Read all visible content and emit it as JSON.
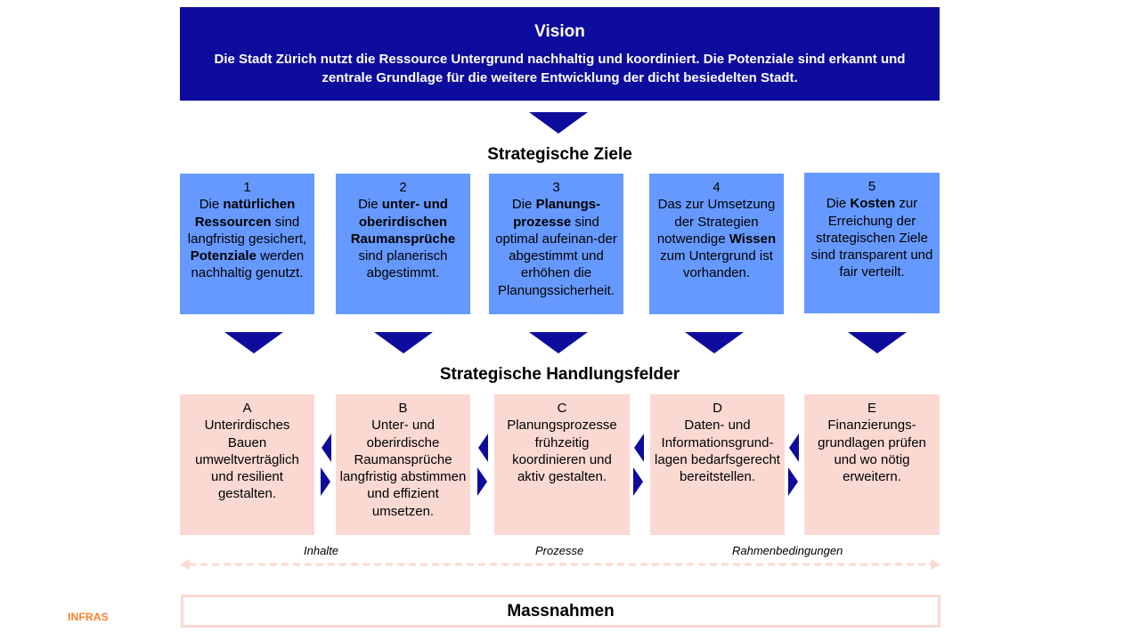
{
  "vision": {
    "title": "Vision",
    "text": "Die Stadt Zürich nutzt die Ressource Untergrund nachhaltig und koordiniert. Die Potenziale sind erkannt und zentrale Grundlage für die weitere Entwicklung der dicht besiedelten Stadt."
  },
  "goals_heading": "Strategische Ziele",
  "goals": [
    {
      "number": "1",
      "segments": [
        {
          "t": "Die ",
          "b": false
        },
        {
          "t": "natürlichen Ressourcen",
          "b": true
        },
        {
          "t": " sind langfristig gesichert, ",
          "b": false
        },
        {
          "t": "Potenziale",
          "b": true
        },
        {
          "t": " werden nachhaltig genutzt.",
          "b": false
        }
      ]
    },
    {
      "number": "2",
      "segments": [
        {
          "t": "Die ",
          "b": false
        },
        {
          "t": "unter- und oberirdischen Raumansprüche",
          "b": true
        },
        {
          "t": " sind planerisch abgestimmt.",
          "b": false
        }
      ]
    },
    {
      "number": "3",
      "segments": [
        {
          "t": "Die ",
          "b": false
        },
        {
          "t": "Planungs-prozesse",
          "b": true
        },
        {
          "t": " sind optimal aufeinan-der abgestimmt und erhöhen die Planungssicherheit.",
          "b": false
        }
      ]
    },
    {
      "number": "4",
      "segments": [
        {
          "t": "Das zur Umsetzung der Strategien notwendige ",
          "b": false
        },
        {
          "t": "Wissen",
          "b": true
        },
        {
          "t": " zum Untergrund ist vorhanden.",
          "b": false
        }
      ]
    },
    {
      "number": "5",
      "segments": [
        {
          "t": "Die ",
          "b": false
        },
        {
          "t": "Kosten",
          "b": true
        },
        {
          "t": " zur Erreichung der strategischen Ziele sind transparent und fair verteilt.",
          "b": false
        }
      ]
    }
  ],
  "fields_heading": "Strategische Handlungsfelder",
  "fields": [
    {
      "letter": "A",
      "text": "Unterirdisches Bauen umweltverträglich und resilient gestalten."
    },
    {
      "letter": "B",
      "text": "Unter- und oberirdische Raumansprüche langfristig abstimmen und effizient umsetzen."
    },
    {
      "letter": "C",
      "text": "Planungsprozesse frühzeitig koordinieren und aktiv gestalten."
    },
    {
      "letter": "D",
      "text": "Daten- und Informationsgrund-lagen bedarfsgerecht bereitstellen."
    },
    {
      "letter": "E",
      "text": "Finanzierungs-grundlagen prüfen und wo nötig erweitern."
    }
  ],
  "axis_labels": {
    "content": "Inhalte",
    "processes": "Prozesse",
    "framework": "Rahmenbedingungen"
  },
  "measures": "Massnahmen",
  "logo": "INFRAS",
  "colors": {
    "dark_blue": "#0d0c9c",
    "light_blue": "#6699ff",
    "pink": "#fbd9d3",
    "logo_orange": "#ff7f27"
  }
}
